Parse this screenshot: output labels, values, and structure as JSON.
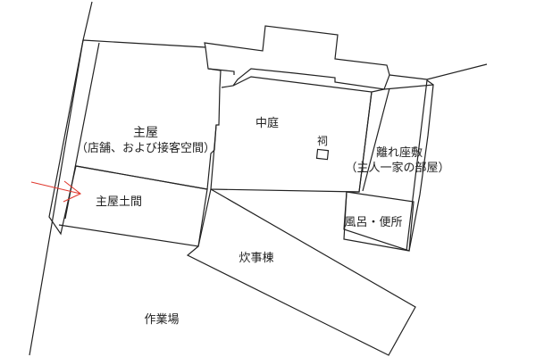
{
  "labels": {
    "omoya": "主屋",
    "omoya_desc": "（店舗、および接客空間）",
    "omoya_doma": "主屋土間",
    "nakaniwa": "中庭",
    "hokora": "祠",
    "hanare": "離れ座敷",
    "hanare_desc": "（主人一家の部屋）",
    "furo": "風呂・便所",
    "suiji": "炊事棟",
    "sagyoba": "作業場"
  },
  "colors": {
    "line": "#222222",
    "entrance_arrow": "#e0392f"
  }
}
